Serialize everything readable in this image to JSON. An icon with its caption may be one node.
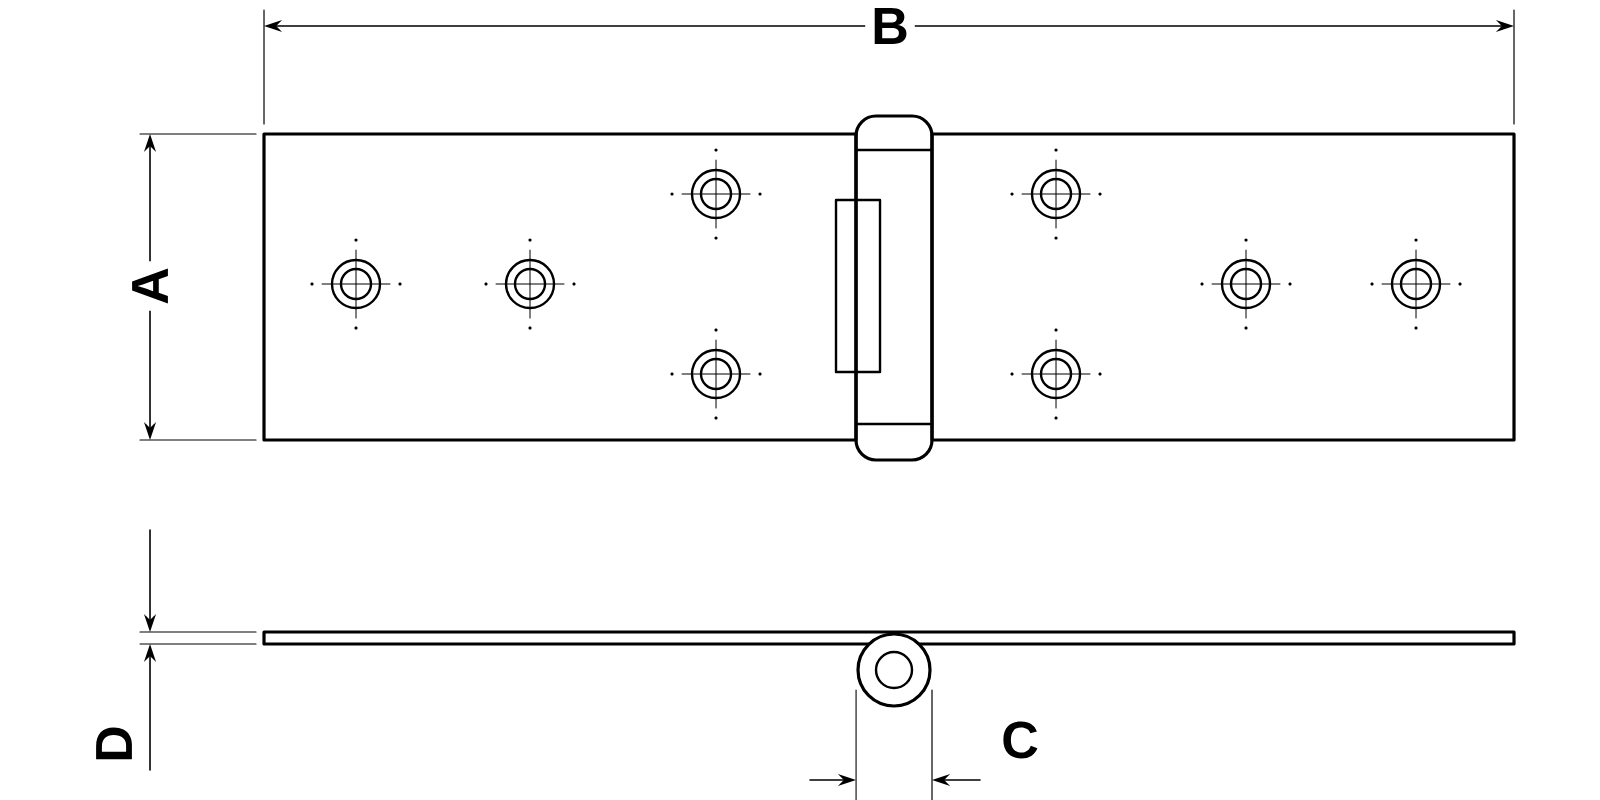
{
  "diagram": {
    "labels": [
      "B",
      "A",
      "D",
      "C"
    ]
  }
}
